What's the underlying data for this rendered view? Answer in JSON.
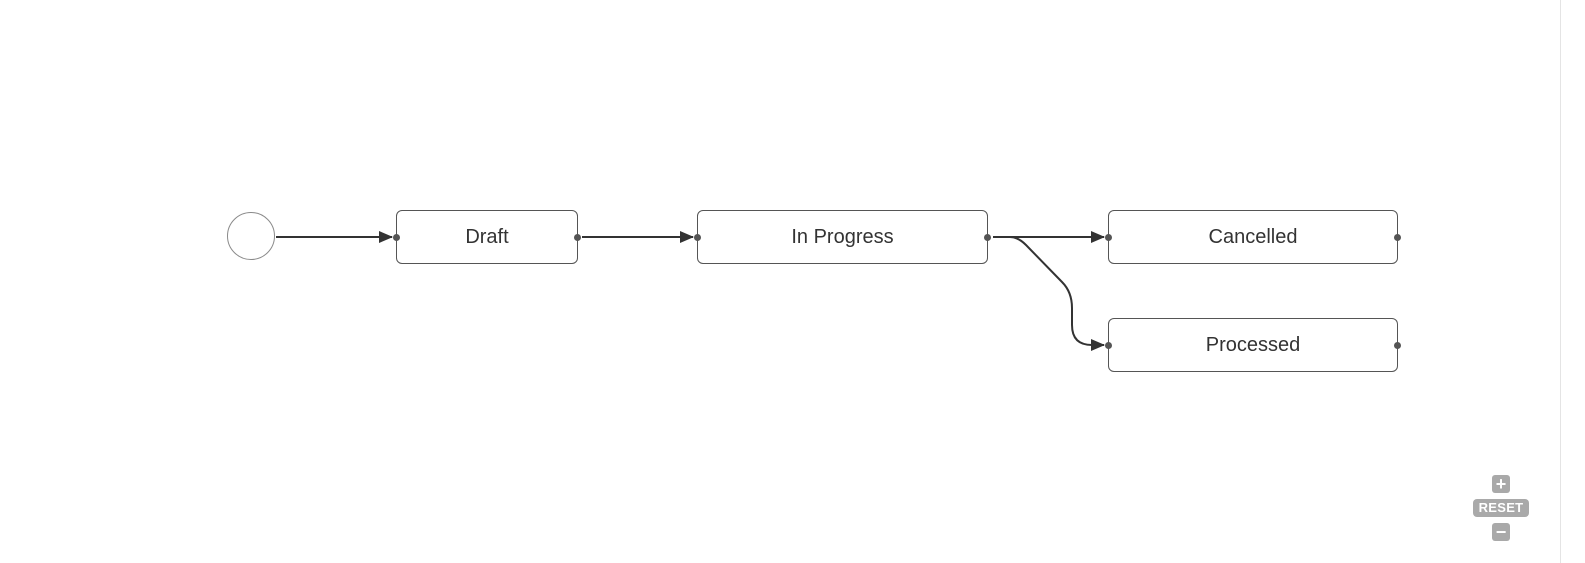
{
  "diagram": {
    "nodes": {
      "draft": {
        "label": "Draft"
      },
      "in_progress": {
        "label": "In Progress"
      },
      "cancelled": {
        "label": "Cancelled"
      },
      "processed": {
        "label": "Processed"
      }
    },
    "edges": [
      {
        "from": "start",
        "to": "draft"
      },
      {
        "from": "draft",
        "to": "in_progress"
      },
      {
        "from": "in_progress",
        "to": "cancelled"
      },
      {
        "from": "in_progress",
        "to": "processed"
      }
    ]
  },
  "zoom_controls": {
    "zoom_in_symbol": "+",
    "reset_label": "RESET",
    "zoom_out_symbol": "−"
  },
  "colors": {
    "edge": "#333333",
    "node_border": "#555555",
    "control_bg": "#a9a9a9"
  }
}
